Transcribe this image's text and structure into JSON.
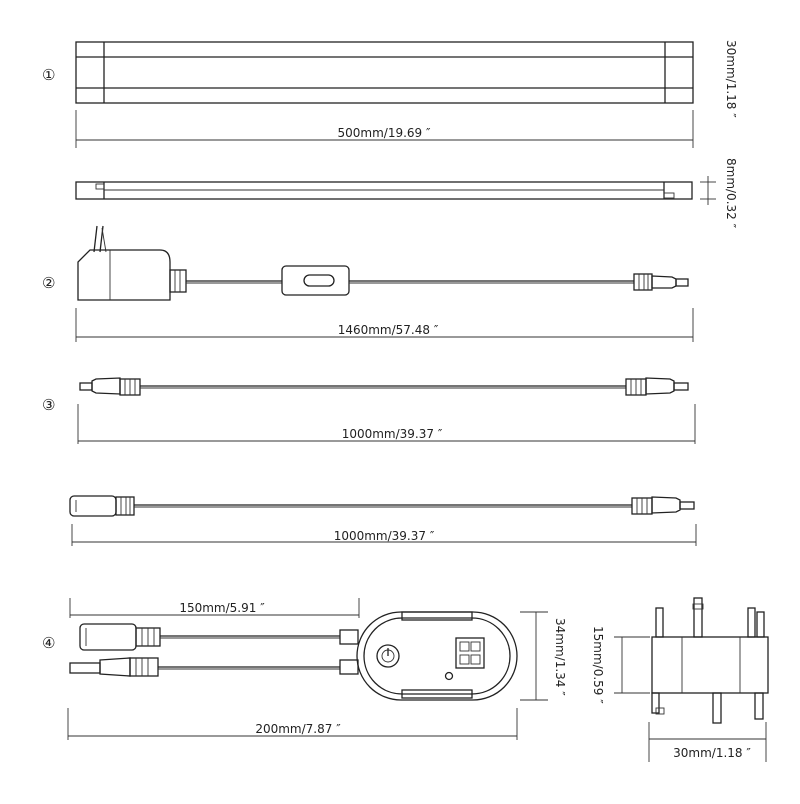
{
  "markers": {
    "item1": "①",
    "item2": "②",
    "item3": "③",
    "item4": "④"
  },
  "dimensions": {
    "bar_length": "500mm/19.69 ″",
    "bar_width": "30mm/1.18 ″",
    "bar_height": "8mm/0.32 ″",
    "adapter_cable_length": "1460mm/57.48 ″",
    "extension_cable_a_length": "1000mm/39.37 ″",
    "extension_cable_b_length": "1000mm/39.37 ″",
    "switch_tail_length": "150mm/5.91 ″",
    "switch_total_length": "200mm/7.87 ″",
    "switch_width": "34mm/1.34 ″",
    "clip_height": "15mm/0.59 ″",
    "clip_width": "30mm/1.18 ″"
  }
}
